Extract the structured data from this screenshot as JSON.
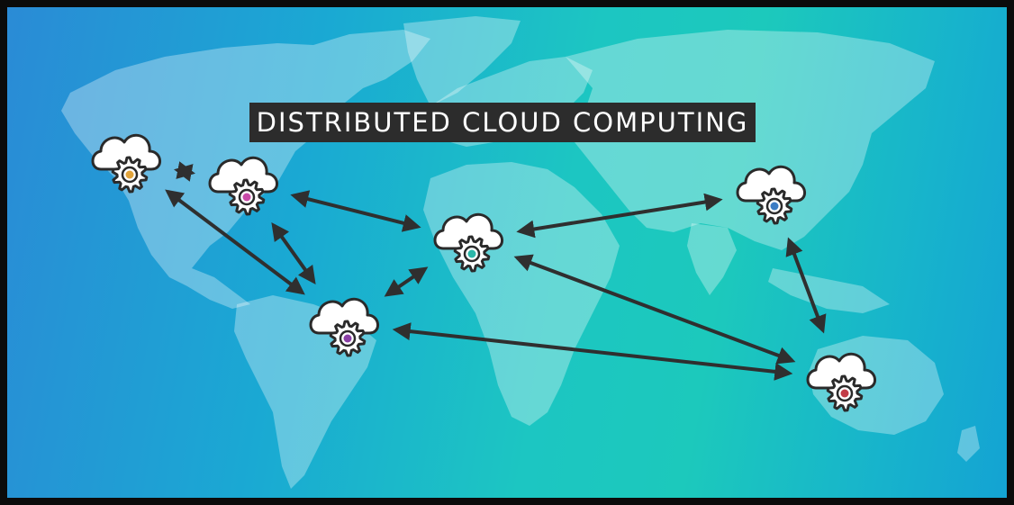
{
  "title": "DISTRIBUTED CLOUD COMPUTING",
  "colors": {
    "node_dots": [
      "#e2a43b",
      "#c84aa8",
      "#2ab7a9",
      "#3b7cc4",
      "#8a3fa6",
      "#c23b46"
    ],
    "arrows": "#2f2f2f",
    "title_bg": "#2c2c2c",
    "title_text": "#ffffff"
  },
  "nodes": [
    {
      "id": "west-north-america",
      "icon": "cloud-gear-icon"
    },
    {
      "id": "east-north-america",
      "icon": "cloud-gear-icon"
    },
    {
      "id": "africa",
      "icon": "cloud-gear-icon"
    },
    {
      "id": "asia",
      "icon": "cloud-gear-icon"
    },
    {
      "id": "south-america",
      "icon": "cloud-gear-icon"
    },
    {
      "id": "australia",
      "icon": "cloud-gear-icon"
    }
  ],
  "links": [
    [
      "west-north-america",
      "east-north-america"
    ],
    [
      "west-north-america",
      "south-america"
    ],
    [
      "east-north-america",
      "africa"
    ],
    [
      "east-north-america",
      "south-america"
    ],
    [
      "south-america",
      "africa"
    ],
    [
      "africa",
      "asia"
    ],
    [
      "africa",
      "australia"
    ],
    [
      "asia",
      "australia"
    ],
    [
      "south-america",
      "australia"
    ]
  ]
}
